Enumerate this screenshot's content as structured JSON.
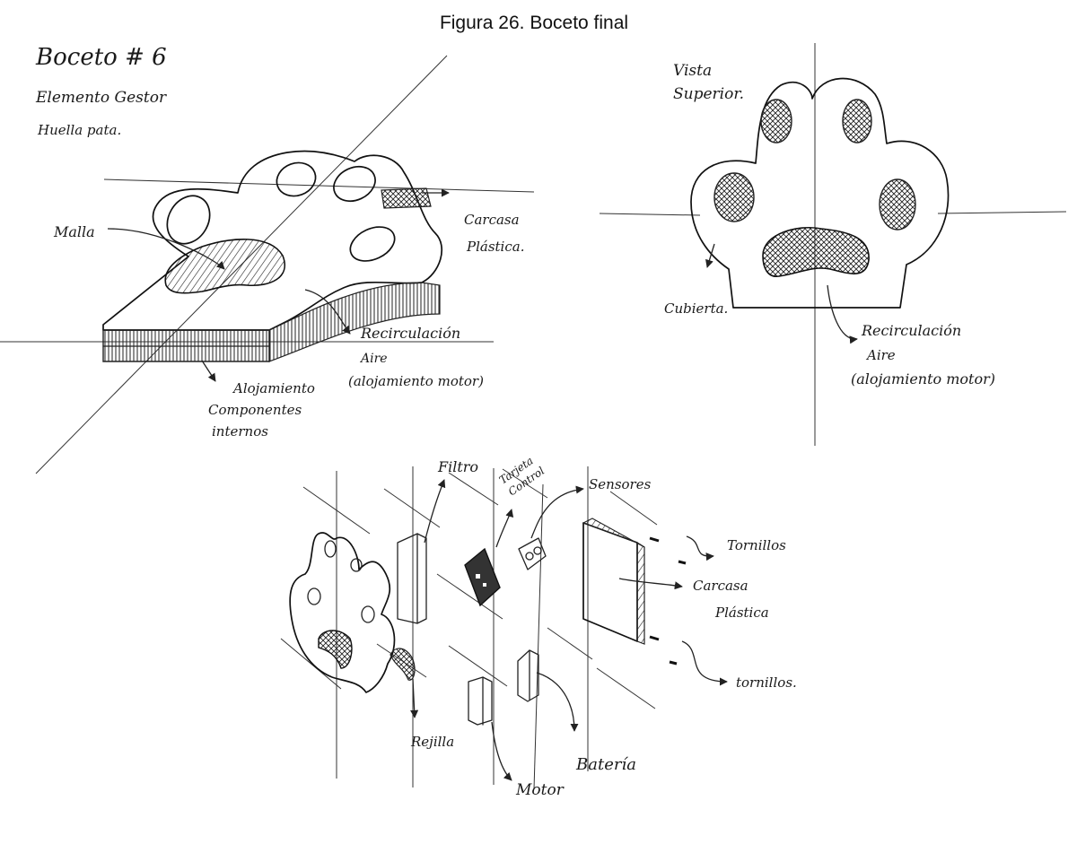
{
  "caption": "Figura  26. Boceto final",
  "sketch_a": {
    "heading_1": "Boceto # 6",
    "heading_2": "Elemento Gestor",
    "heading_3": "Huella pata.",
    "malla": "Malla",
    "carcasa_1": "Carcasa",
    "carcasa_2": "Plástica.",
    "recirc_1": "Recirculación",
    "recirc_2": "Aire",
    "recirc_3": "(alojamiento motor)",
    "aloj_1": "Alojamiento",
    "aloj_2": "Componentes",
    "aloj_3": "internos"
  },
  "sketch_b": {
    "vista_1": "Vista",
    "vista_2": "Superior.",
    "cubierta": "Cubierta.",
    "recirc_1": "Recirculación",
    "recirc_2": "Aire",
    "recirc_3": "(alojamiento motor)"
  },
  "sketch_c": {
    "filtro": "Filtro",
    "tarjeta_1": "Tarjeta",
    "tarjeta_2": "Control",
    "sensores": "Sensores",
    "tornillos_1": "Tornillos",
    "carcasa_1": "Carcasa",
    "carcasa_2": "Plástica",
    "tornillos_2": "tornillos.",
    "rejilla": "Rejilla",
    "motor": "Motor",
    "bateria": "Batería"
  }
}
